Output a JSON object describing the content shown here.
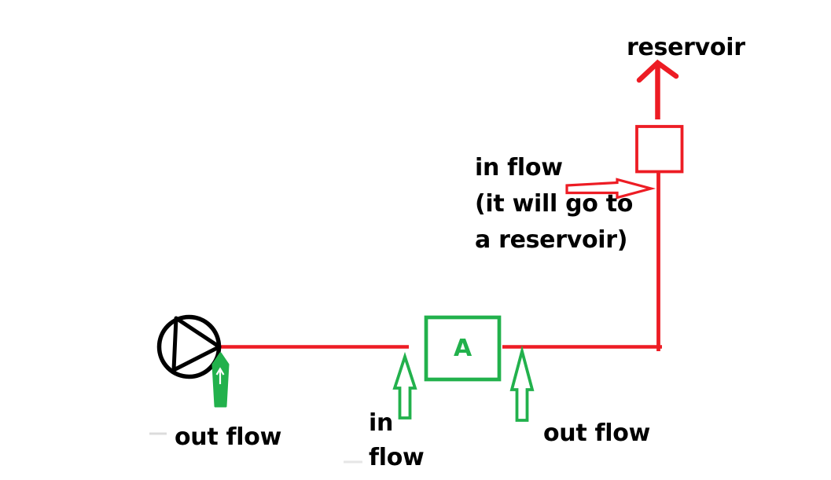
{
  "colors": {
    "red": "#ed1c24",
    "green": "#22b14c",
    "black": "#000000",
    "smudge": "#dcdcdc"
  },
  "diagram": {
    "title_implicit": "pump and reservoir flow sketch",
    "reservoir_label": "reservoir",
    "inflow_note": {
      "line1": "in flow",
      "line2": "(it will go to",
      "line3": "a reservoir)"
    },
    "component_a_label": "A",
    "pump_outflow_label": "out flow",
    "a_inflow_label": {
      "line1": "in",
      "line2": "flow"
    },
    "a_outflow_label": "out flow",
    "icons": {
      "pump-icon": "circle with inscribed right-pointing triangle",
      "arrow-up-to-reservoir-icon": "red up arrow",
      "inflow-arrow-icon": "hollow red right arrow",
      "outflow-arrow-pump-icon": "solid green up arrow with white inner arrow",
      "inflow-arrow-a-icon": "hollow green up arrow",
      "outflow-arrow-a-icon": "hollow green up arrow"
    }
  }
}
